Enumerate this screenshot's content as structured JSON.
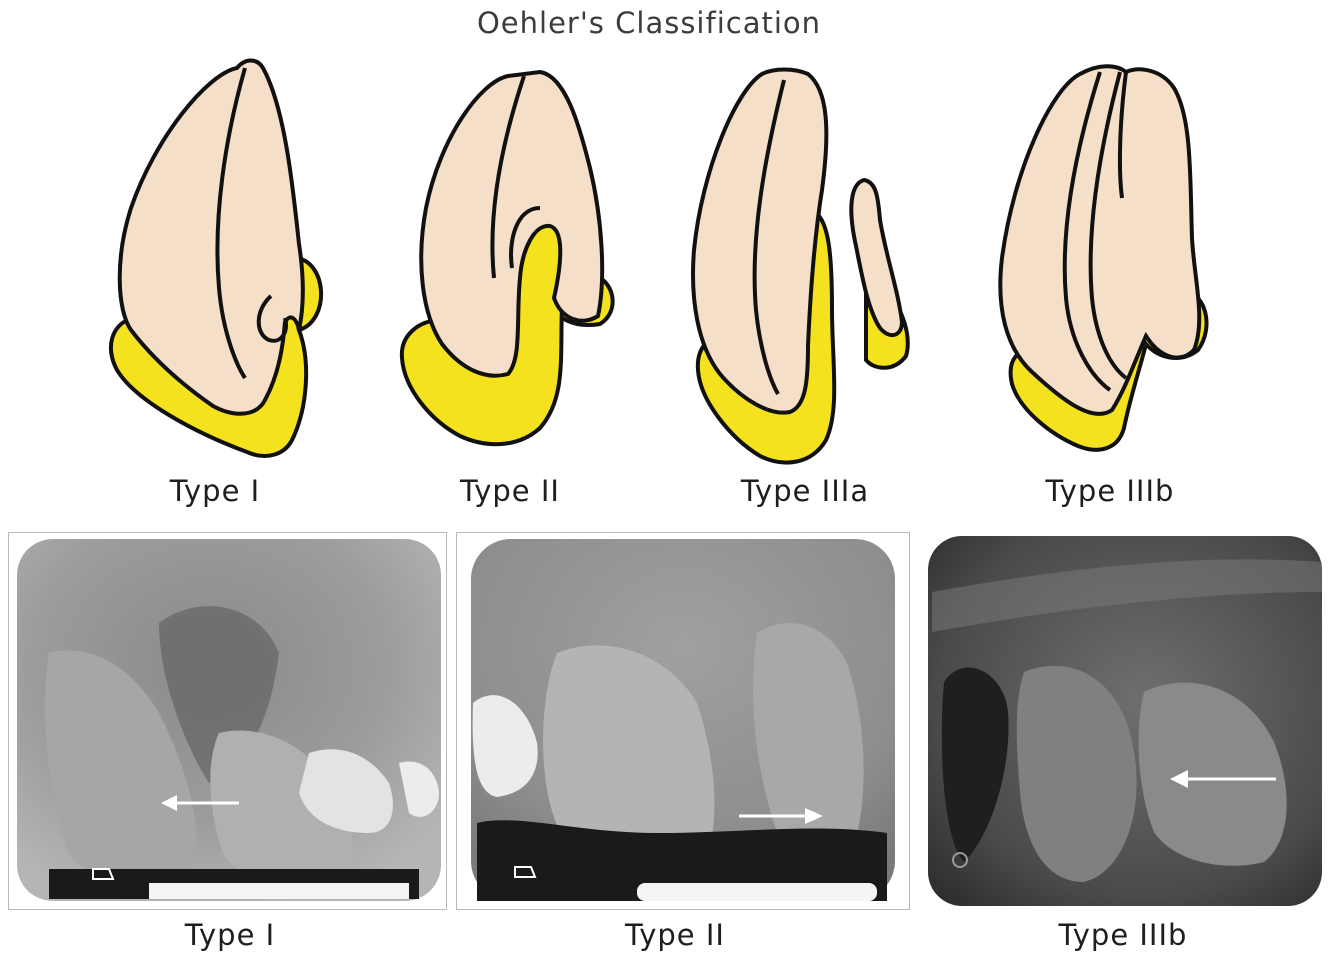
{
  "title": "Oehler's Classification",
  "diagrams": [
    {
      "label": "Type I"
    },
    {
      "label": "Type II"
    },
    {
      "label": "Type IIIa"
    },
    {
      "label": "Type IIIb"
    }
  ],
  "radiographs": [
    {
      "label": "Type I",
      "arrow_direction": "left"
    },
    {
      "label": "Type II",
      "arrow_direction": "right"
    },
    {
      "label": "Type IIIb",
      "arrow_direction": "left"
    }
  ],
  "colors": {
    "dentin": "#f6dfc9",
    "cementum": "#f3e21d",
    "outline": "#111111"
  }
}
